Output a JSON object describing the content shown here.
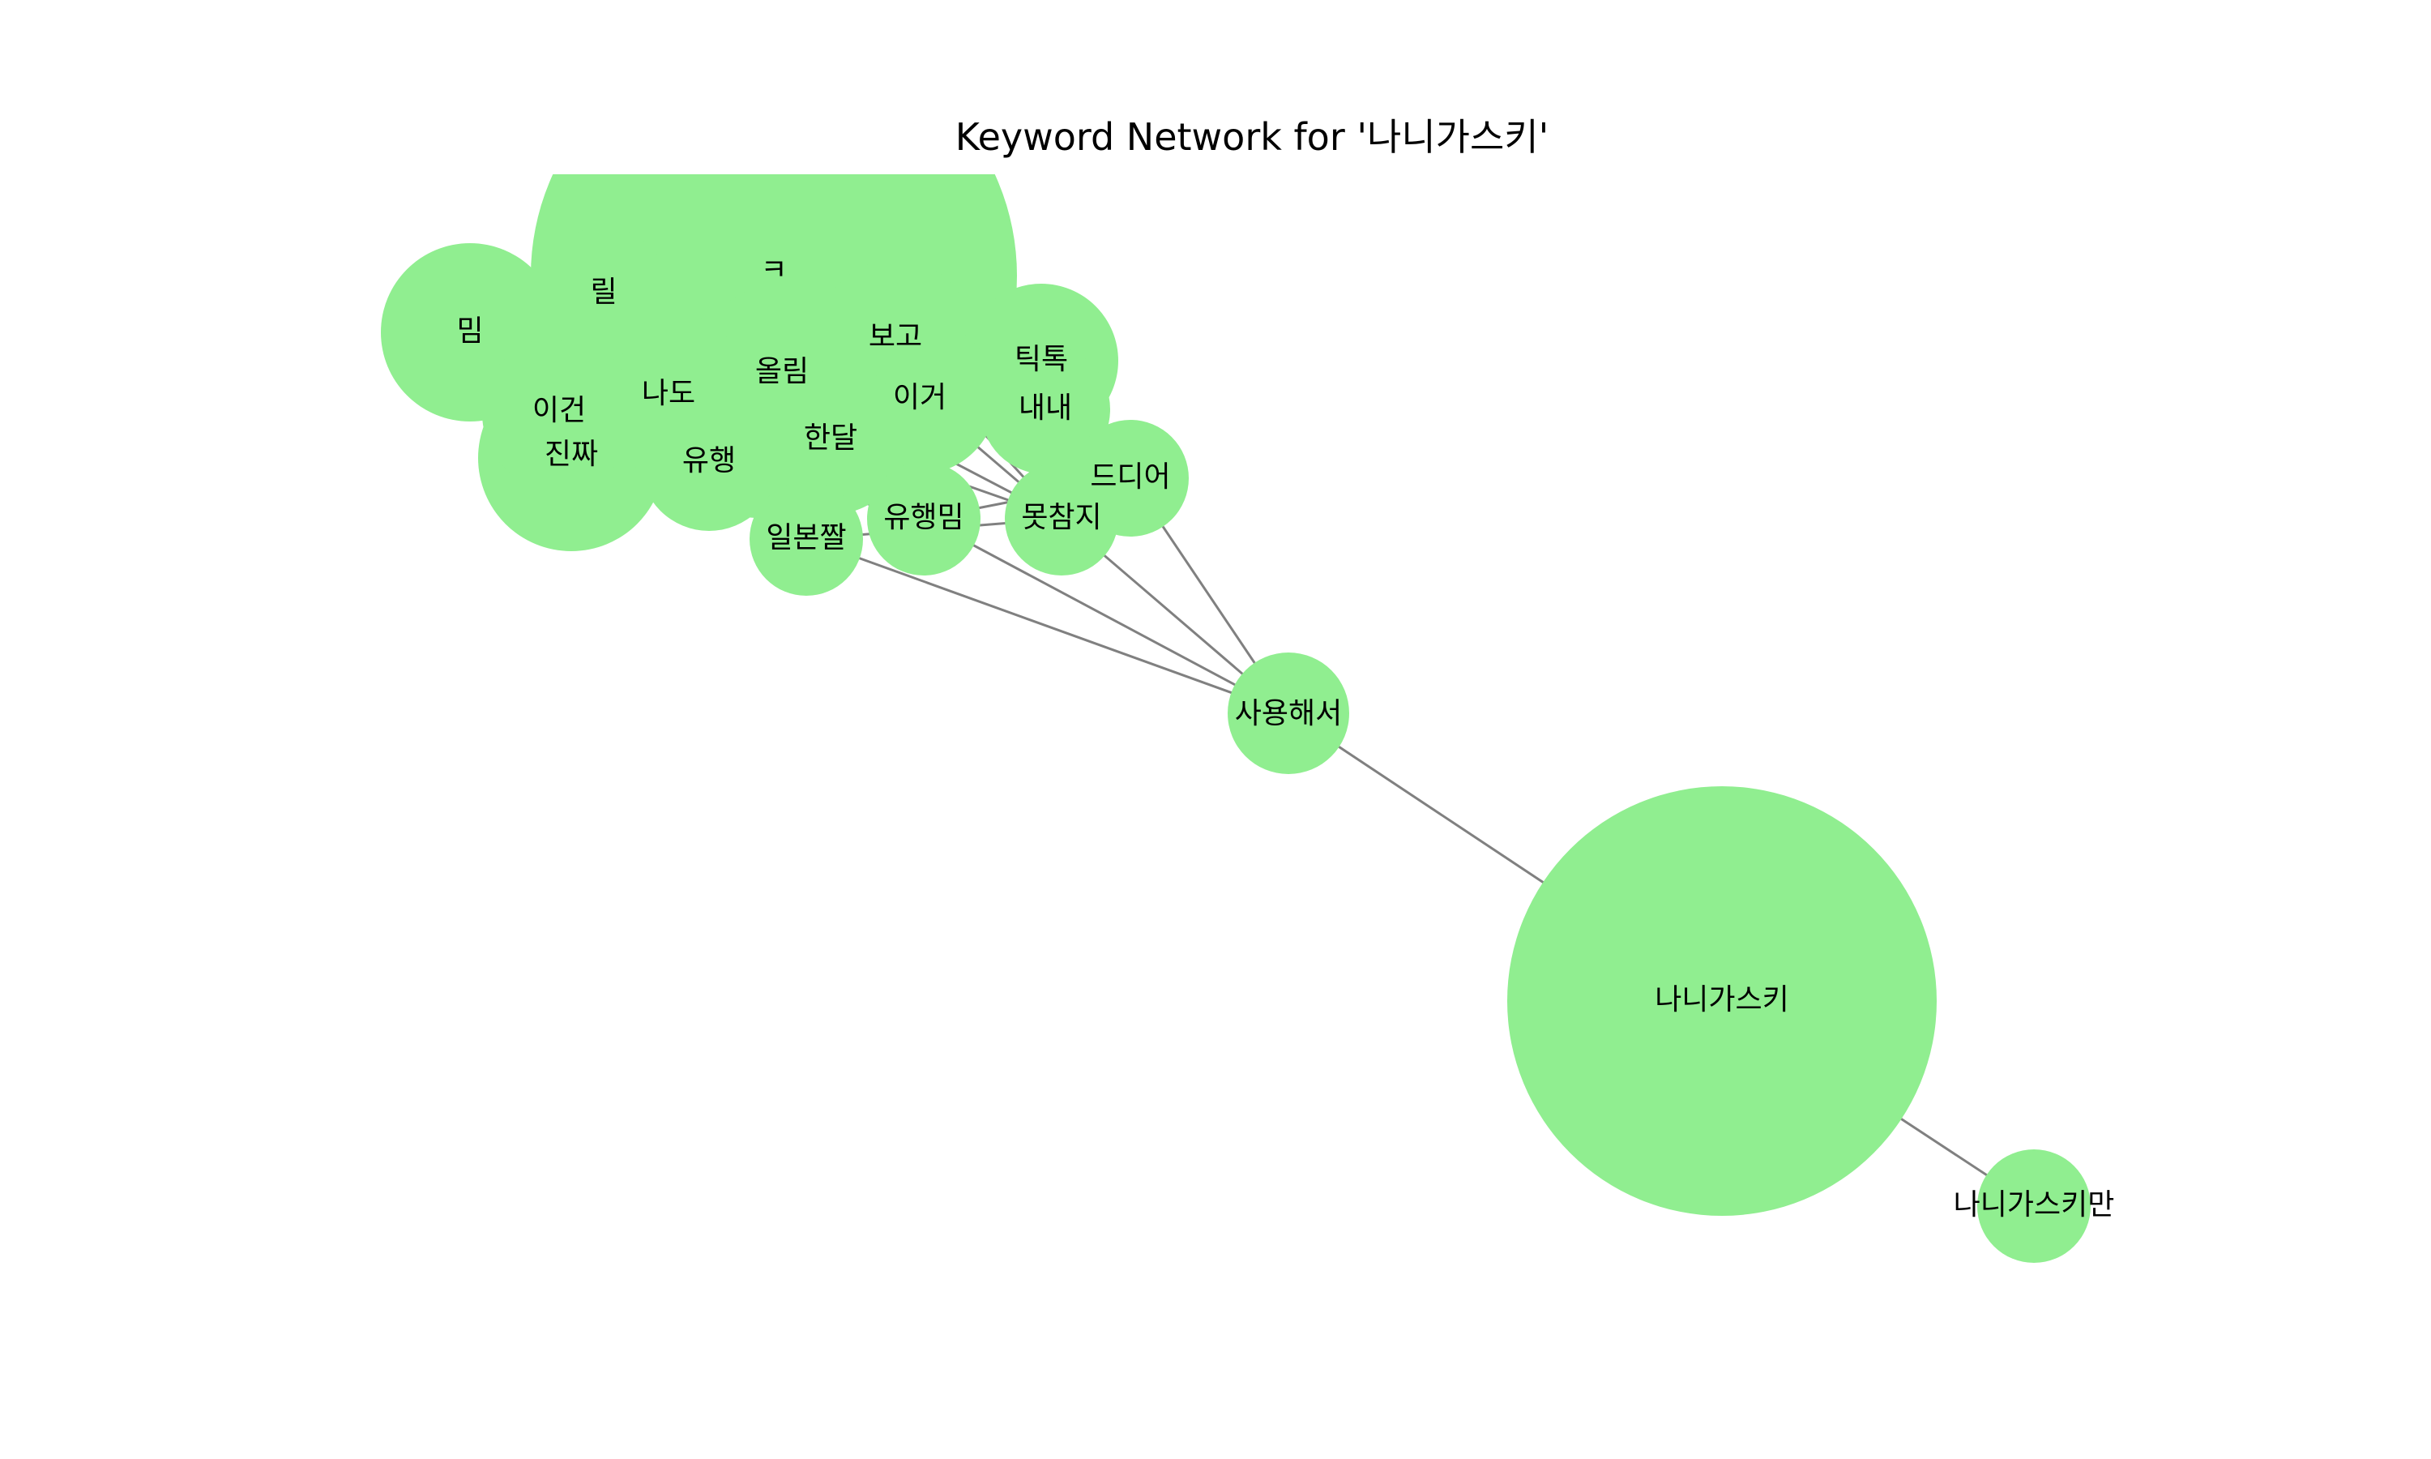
{
  "title": "Keyword Network for '나니가스키'",
  "colors": {
    "node_fill": "#90ee90",
    "edge": "#808080",
    "background": "#ffffff",
    "text": "#000000"
  },
  "nodes": [
    {
      "id": "ㅋ",
      "label": "ㅋ",
      "size": "largest"
    },
    {
      "id": "릴",
      "label": "릴"
    },
    {
      "id": "밈",
      "label": "밈"
    },
    {
      "id": "보고",
      "label": "보고"
    },
    {
      "id": "틱톡",
      "label": "틱톡"
    },
    {
      "id": "올림",
      "label": "올림"
    },
    {
      "id": "나도",
      "label": "나도"
    },
    {
      "id": "이거",
      "label": "이거"
    },
    {
      "id": "이건",
      "label": "이건"
    },
    {
      "id": "내내",
      "label": "내내"
    },
    {
      "id": "진짜",
      "label": "진짜"
    },
    {
      "id": "한달",
      "label": "한달"
    },
    {
      "id": "유행",
      "label": "유행"
    },
    {
      "id": "드디어",
      "label": "드디어"
    },
    {
      "id": "유행밈",
      "label": "유행밈"
    },
    {
      "id": "못참지",
      "label": "못참지"
    },
    {
      "id": "일본짤",
      "label": "일본짤"
    },
    {
      "id": "사용해서",
      "label": "사용해서"
    },
    {
      "id": "나니가스키",
      "label": "나니가스키"
    },
    {
      "id": "나니가스키만",
      "label": "나니가스키만"
    }
  ],
  "edges": [
    [
      "일본짤",
      "사용해서"
    ],
    [
      "유행밈",
      "사용해서"
    ],
    [
      "못참지",
      "사용해서"
    ],
    [
      "드디어",
      "사용해서"
    ],
    [
      "사용해서",
      "나니가스키"
    ],
    [
      "나니가스키",
      "나니가스키만"
    ],
    [
      "이거",
      "못참지"
    ],
    [
      "이거",
      "드디어"
    ],
    [
      "이거",
      "유행밈"
    ],
    [
      "보고",
      "못참지"
    ],
    [
      "보고",
      "드디어"
    ],
    [
      "한달",
      "못참지"
    ],
    [
      "한달",
      "유행밈"
    ],
    [
      "내내",
      "못참지"
    ],
    [
      "내내",
      "드디어"
    ],
    [
      "틱톡",
      "드디어"
    ],
    [
      "올림",
      "못참지"
    ],
    [
      "유행",
      "유행밈"
    ],
    [
      "일본짤",
      "못참지"
    ],
    [
      "유행밈",
      "드디어"
    ]
  ]
}
